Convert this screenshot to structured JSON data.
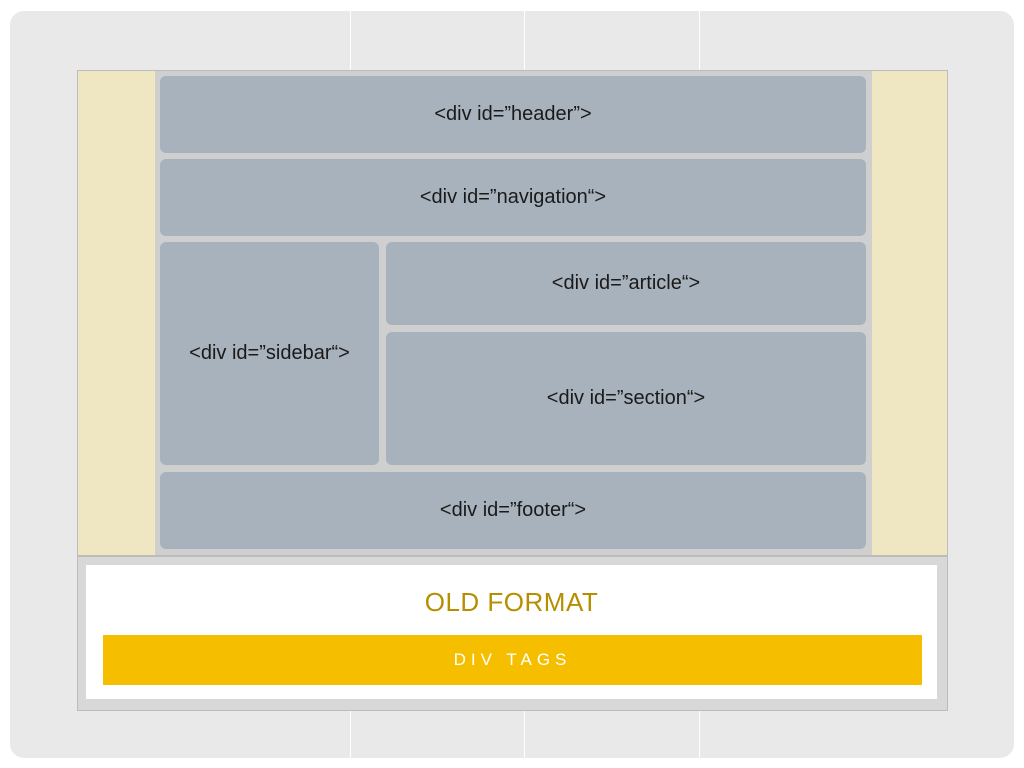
{
  "diagram": {
    "header": "<div id=”header”>",
    "navigation": "<div id=”navigation“>",
    "sidebar": "<div id=”sidebar“>",
    "article": "<div id=”article“>",
    "section": "<div id=”section“>",
    "footer": "<div id=”footer“>"
  },
  "caption": {
    "title": "OLD FORMAT",
    "subtitle": "DIV TAGS"
  },
  "colors": {
    "background": "#e9e9e9",
    "outer_margin": "#efe6c2",
    "block": "#a8b2bc",
    "title": "#b58f00",
    "accent_bar": "#f5bf00"
  }
}
